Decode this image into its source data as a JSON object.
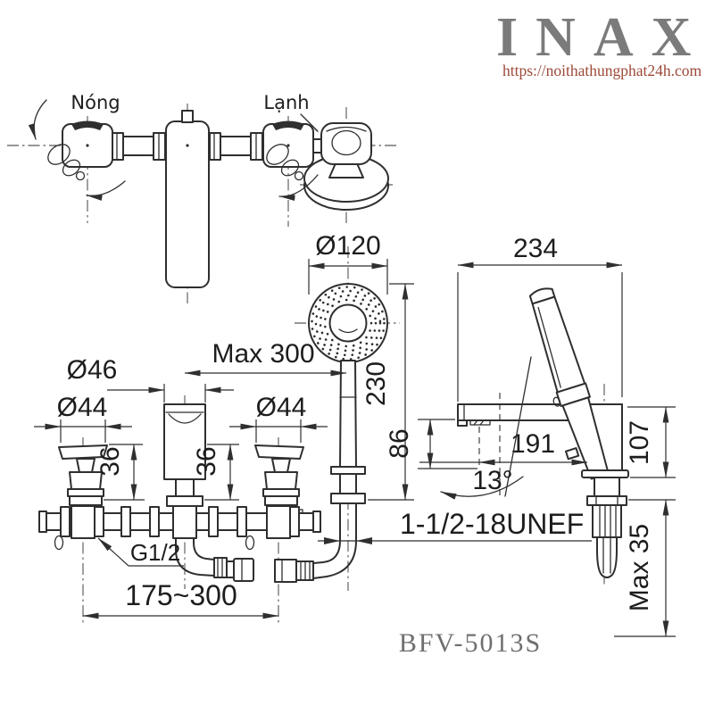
{
  "brand": {
    "logo": "INAX",
    "url": "https://noithathungphat24h.com"
  },
  "product": {
    "code": "BFV-5013S"
  },
  "legend": {
    "hot": "Nóng",
    "cold": "Lạnh"
  },
  "dims": {
    "shower_diameter": "Ø120",
    "shower_height": "230",
    "hose_reach": "Max 300",
    "spout_diameter": "Ø46",
    "left_handle_diameter": "Ø44",
    "right_handle_diameter": "Ø44",
    "left_handle_height": "36",
    "center_height": "36",
    "inlet_thread": "G1/2",
    "handle_spacing": "175~300",
    "spout_length": "234",
    "spout_reach": "191",
    "spout_height": "86",
    "spout_angle": "13°",
    "deck_to_spout": "107",
    "mount_thread": "1-1/2-18UNEF",
    "deck_thickness": "Max 35"
  },
  "colors": {
    "line": "#2f2f2f",
    "logo": "#7b7b7b",
    "url": "#9c4a38",
    "code": "#6f6f6f",
    "bg": "#ffffff"
  }
}
